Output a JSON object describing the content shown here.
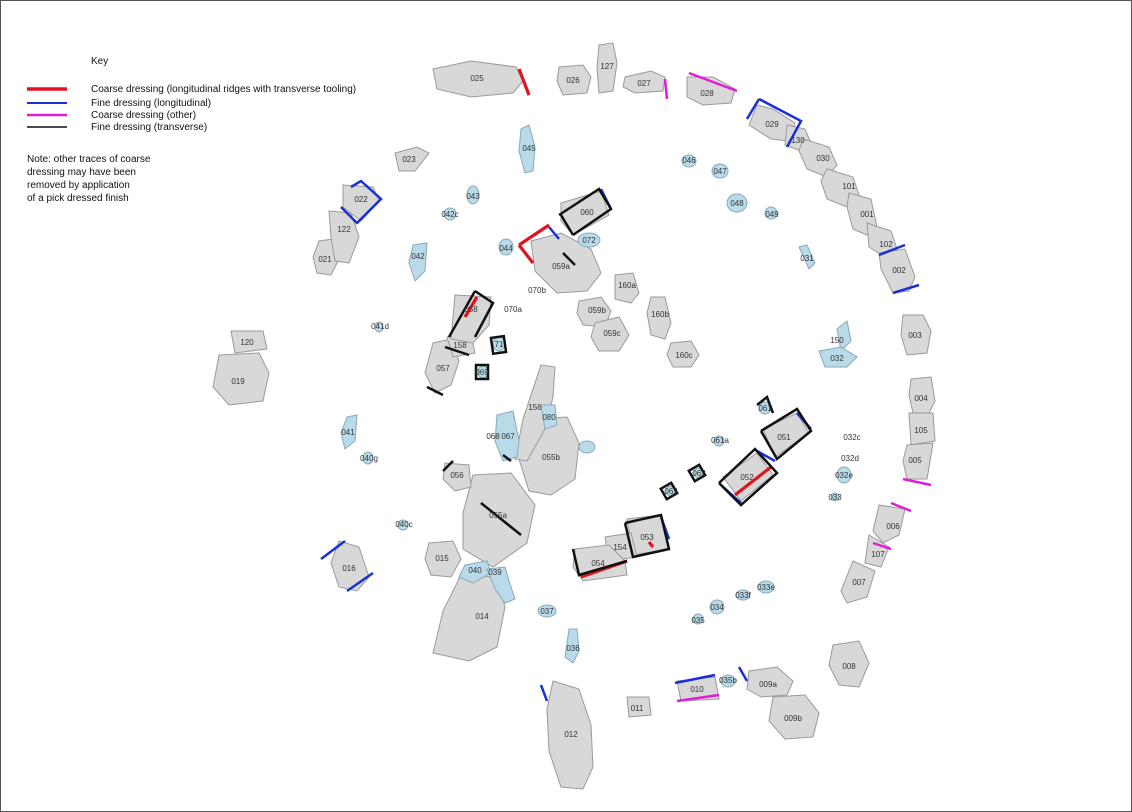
{
  "key": {
    "title": "Key",
    "items": [
      {
        "label": "Coarse dressing (longitudinal ridges with transverse tooling)",
        "color": "#e1141e"
      },
      {
        "label": "Fine dressing (longitudinal)",
        "color": "#1c2fd6"
      },
      {
        "label": "Coarse dressing (other)",
        "color": "#e01ed6"
      },
      {
        "label": "Fine dressing (transverse)",
        "color": "#111111"
      }
    ],
    "note_lines": [
      "Note: other traces of coarse",
      "dressing may have been",
      "removed by application",
      "of a pick dressed finish"
    ]
  },
  "stones": [
    {
      "id": "025",
      "type": "sarsen"
    },
    {
      "id": "026",
      "type": "sarsen"
    },
    {
      "id": "127",
      "type": "sarsen"
    },
    {
      "id": "027",
      "type": "sarsen"
    },
    {
      "id": "028",
      "type": "sarsen"
    },
    {
      "id": "029",
      "type": "sarsen"
    },
    {
      "id": "130",
      "type": "sarsen"
    },
    {
      "id": "030",
      "type": "sarsen"
    },
    {
      "id": "101",
      "type": "sarsen"
    },
    {
      "id": "001",
      "type": "sarsen"
    },
    {
      "id": "102",
      "type": "sarsen"
    },
    {
      "id": "002",
      "type": "sarsen"
    },
    {
      "id": "003",
      "type": "sarsen"
    },
    {
      "id": "004",
      "type": "sarsen"
    },
    {
      "id": "105",
      "type": "sarsen"
    },
    {
      "id": "005",
      "type": "sarsen"
    },
    {
      "id": "006",
      "type": "sarsen"
    },
    {
      "id": "107",
      "type": "sarsen"
    },
    {
      "id": "007",
      "type": "sarsen"
    },
    {
      "id": "008",
      "type": "sarsen"
    },
    {
      "id": "009a",
      "type": "sarsen"
    },
    {
      "id": "009b",
      "type": "sarsen"
    },
    {
      "id": "010",
      "type": "sarsen"
    },
    {
      "id": "011",
      "type": "sarsen"
    },
    {
      "id": "012",
      "type": "sarsen"
    },
    {
      "id": "014",
      "type": "sarsen"
    },
    {
      "id": "015",
      "type": "sarsen"
    },
    {
      "id": "016",
      "type": "sarsen"
    },
    {
      "id": "019",
      "type": "sarsen"
    },
    {
      "id": "120",
      "type": "sarsen"
    },
    {
      "id": "021",
      "type": "sarsen"
    },
    {
      "id": "122",
      "type": "sarsen"
    },
    {
      "id": "022",
      "type": "sarsen"
    },
    {
      "id": "023",
      "type": "sarsen"
    },
    {
      "id": "053",
      "type": "sarsen"
    },
    {
      "id": "154",
      "type": "sarsen"
    },
    {
      "id": "054",
      "type": "sarsen"
    },
    {
      "id": "055a",
      "type": "sarsen"
    },
    {
      "id": "055b",
      "type": "sarsen"
    },
    {
      "id": "156",
      "type": "sarsen"
    },
    {
      "id": "056",
      "type": "sarsen"
    },
    {
      "id": "057",
      "type": "sarsen"
    },
    {
      "id": "158",
      "type": "sarsen"
    },
    {
      "id": "058",
      "type": "sarsen"
    },
    {
      "id": "059a",
      "type": "sarsen"
    },
    {
      "id": "059b",
      "type": "sarsen"
    },
    {
      "id": "059c",
      "type": "sarsen"
    },
    {
      "id": "160a",
      "type": "sarsen"
    },
    {
      "id": "160b",
      "type": "sarsen"
    },
    {
      "id": "160c",
      "type": "sarsen"
    },
    {
      "id": "060",
      "type": "sarsen"
    },
    {
      "id": "051",
      "type": "sarsen"
    },
    {
      "id": "052",
      "type": "sarsen"
    },
    {
      "id": "045",
      "type": "bluestone"
    },
    {
      "id": "046",
      "type": "bluestone"
    },
    {
      "id": "047",
      "type": "bluestone"
    },
    {
      "id": "048",
      "type": "bluestone"
    },
    {
      "id": "049",
      "type": "bluestone"
    },
    {
      "id": "043",
      "type": "bluestone"
    },
    {
      "id": "042c",
      "type": "bluestone"
    },
    {
      "id": "042",
      "type": "bluestone"
    },
    {
      "id": "044",
      "type": "bluestone"
    },
    {
      "id": "072",
      "type": "bluestone"
    },
    {
      "id": "070b",
      "type": "bluestone"
    },
    {
      "id": "070a",
      "type": "bluestone"
    },
    {
      "id": "031",
      "type": "bluestone"
    },
    {
      "id": "150",
      "type": "bluestone"
    },
    {
      "id": "032",
      "type": "bluestone"
    },
    {
      "id": "041d",
      "type": "bluestone"
    },
    {
      "id": "041",
      "type": "bluestone"
    },
    {
      "id": "040g",
      "type": "bluestone"
    },
    {
      "id": "040c",
      "type": "bluestone"
    },
    {
      "id": "040",
      "type": "bluestone"
    },
    {
      "id": "039",
      "type": "bluestone"
    },
    {
      "id": "037",
      "type": "bluestone"
    },
    {
      "id": "036",
      "type": "bluestone"
    },
    {
      "id": "035",
      "type": "bluestone"
    },
    {
      "id": "034",
      "type": "bluestone"
    },
    {
      "id": "033f",
      "type": "bluestone"
    },
    {
      "id": "033e",
      "type": "bluestone"
    },
    {
      "id": "033",
      "type": "bluestone"
    },
    {
      "id": "032c",
      "type": "bluestone"
    },
    {
      "id": "032d",
      "type": "bluestone"
    },
    {
      "id": "032e",
      "type": "bluestone"
    },
    {
      "id": "035b",
      "type": "bluestone"
    },
    {
      "id": "080",
      "type": "bluestone"
    },
    {
      "id": "068",
      "type": "bluestone"
    },
    {
      "id": "067",
      "type": "bluestone"
    },
    {
      "id": "061a",
      "type": "bluestone"
    },
    {
      "id": "071",
      "type": "bluestone"
    },
    {
      "id": "069",
      "type": "bluestone"
    },
    {
      "id": "061",
      "type": "bluestone"
    },
    {
      "id": "062",
      "type": "bluestone"
    },
    {
      "id": "063",
      "type": "bluestone"
    }
  ],
  "small_labels": {
    "071": "71",
    "069": "069",
    "061": "061",
    "062": "062",
    "063": "063"
  }
}
